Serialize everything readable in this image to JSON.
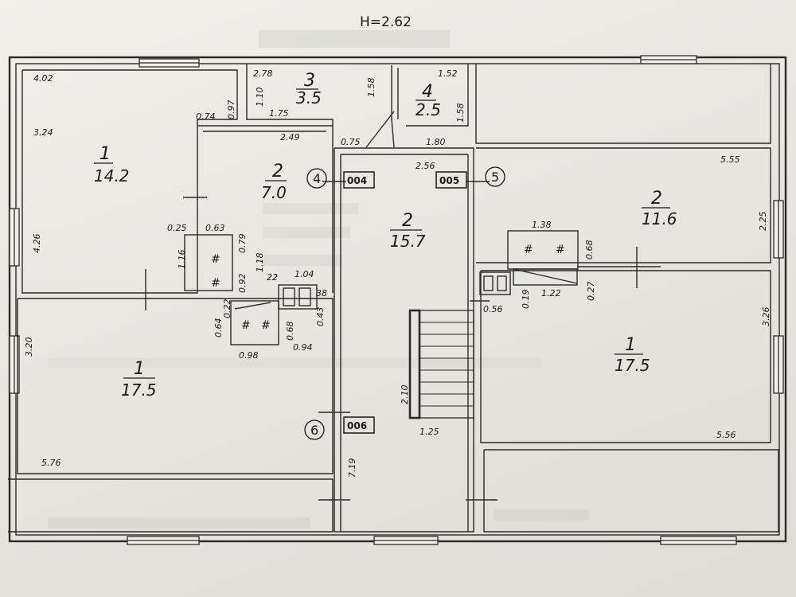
{
  "header": {
    "height_label": "H=2.62"
  },
  "rooms": [
    {
      "id": "r1",
      "num": "1",
      "area": "14.2"
    },
    {
      "id": "r2",
      "num": "2",
      "area": "7.0"
    },
    {
      "id": "r3",
      "num": "3",
      "area": "3.5"
    },
    {
      "id": "r4",
      "num": "4",
      "area": "2.5"
    },
    {
      "id": "r5",
      "num": "2",
      "area": "15.7"
    },
    {
      "id": "r6",
      "num": "2",
      "area": "11.6"
    },
    {
      "id": "r7",
      "num": "1",
      "area": "17.5"
    },
    {
      "id": "r8",
      "num": "1",
      "area": "17.5"
    }
  ],
  "markers": [
    {
      "circle": "4",
      "box": "004"
    },
    {
      "circle": "5",
      "box": "005"
    },
    {
      "circle": "6",
      "box": "006"
    }
  ],
  "dimensions": {
    "d402": "4.02",
    "d324": "3.24",
    "d426": "4.26",
    "d074": "0.74",
    "d097": "0.97",
    "d278": "2.78",
    "d110": "1.10",
    "d175": "1.75",
    "d158a": "1.58",
    "d152": "1.52",
    "d158b": "1.58",
    "d249": "2.49",
    "d075": "0.75",
    "d180": "1.80",
    "d256": "2.56",
    "d555": "5.55",
    "d225": "2.25",
    "d138": "1.38",
    "d068a": "0.68",
    "d025": "0.25",
    "d063": "0.63",
    "d116": "1.16",
    "d079": "0.79",
    "d118": "1.18",
    "d092": "0.92",
    "d22": "22",
    "d104": "1.04",
    "d38": "38",
    "d043": "0.43",
    "d064": "0.64",
    "d022": "0.22",
    "d068b": "0.68",
    "d094": "0.94",
    "d098": "0.98",
    "d320": "3.20",
    "d019": "0.19",
    "d122": "1.22",
    "d027": "0.27",
    "d056": "0.56",
    "d326": "3.26",
    "d210": "2.10",
    "d125": "1.25",
    "d556": "5.56",
    "d576": "5.76",
    "d719": "7.19"
  }
}
